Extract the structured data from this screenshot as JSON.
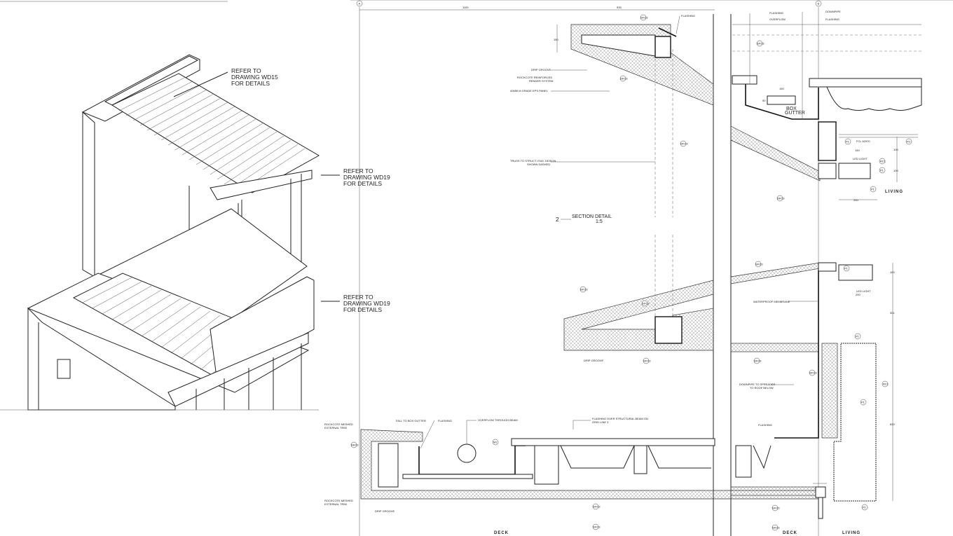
{
  "isometric": {
    "callouts": [
      {
        "lines": [
          "REFER TO",
          "DRAWING WD15",
          "FOR DETAILS"
        ]
      },
      {
        "lines": [
          "REFER TO",
          "DRAWING WD19",
          "FOR DETAILS"
        ]
      },
      {
        "lines": [
          "REFER TO",
          "DRAWING WD19",
          "FOR DETAILS"
        ]
      }
    ]
  },
  "section": {
    "grid_bubbles": [
      "A",
      "B"
    ],
    "title_number": "2",
    "title": "SECTION DETAIL",
    "scale": "1:5",
    "dims": {
      "overall": "1100",
      "eave": "535",
      "eave_height": "150",
      "gutter_width": "150",
      "gutter_depth": "50",
      "led_offset": "150",
      "soffit_a": "100",
      "soffit_b": "100",
      "light_width": "200",
      "mid_light": "200",
      "mid_a": "100",
      "mid_b": "301",
      "mid_c": "830"
    },
    "upper_labels": {
      "flashing": "FLASHING",
      "drip_groove": "DRIP GROOVE",
      "render_1": "ROCKCOTE REINFORCED",
      "render_2": "RENDER SYSTEM",
      "eps": "40MM M GRADE EPS PANEL",
      "flashing_b": "FLASHING",
      "overflow": "OVERFLOW",
      "downpipe": "DOWNPIPE",
      "flashing_c": "FLASHING",
      "box_gutter_1": "BOX",
      "box_gutter_2": "GUTTER",
      "fcl": "FCL 62970",
      "led_light": "LED LIGHT",
      "living": "LIVING",
      "truss_1": "TRUSS TO STRUCT. ENG. DESIGN",
      "truss_2": "SHOWN DASHED"
    },
    "middle_labels": {
      "waterproof": "WATERPROOF MEMBRANE",
      "led_light": "LED LIGHT",
      "drip_groove": "DRIP GROOVE",
      "downpipe_1": "DOWNPIPE TO SPREADER",
      "downpipe_2": "TO ROOF BELOW",
      "flashing": "FLASHING"
    },
    "lower_labels": {
      "trim_top_1": "ROCKCOTE MESHED",
      "trim_top_2": "EXTERNAL TRIM",
      "fall": "FALL TO BOX GUTTER",
      "flashing": "FLASHING",
      "overflow": "OVERFLOW THROUGH BEAM",
      "flashing_beam_1": "FLASHING OVER STRUCTURAL BEAM ON",
      "flashing_beam_2": "GRID LINE 3",
      "trim_bot_1": "ROCKCOTE MESHED",
      "trim_bot_2": "EXTERNAL TRIM",
      "drip_groove": "DRIP GROOVE",
      "deck_a": "DECK",
      "deck_b": "DECK",
      "living": "LIVING"
    },
    "tags": {
      "sfo": "SFO3",
      "p1": "P1",
      "p2": "P2",
      "rc1": "RC1",
      "m1": "M1"
    }
  }
}
